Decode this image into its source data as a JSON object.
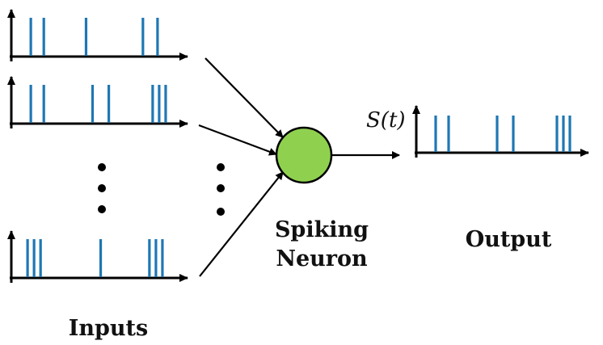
{
  "colors": {
    "spike": "#1f77b4",
    "axis": "#000000",
    "neuron_fill": "#8fd14f",
    "neuron_stroke": "#000000",
    "arrow": "#000000"
  },
  "labels": {
    "inputs": "Inputs",
    "neuron_line1": "Spiking",
    "neuron_line2": "Neuron",
    "output": "Output",
    "signal": "S(t)"
  },
  "spike_trains": {
    "input_1": [
      0.12,
      0.2,
      0.46,
      0.81,
      0.9
    ],
    "input_2": [
      0.12,
      0.2,
      0.5,
      0.6,
      0.87,
      0.91,
      0.95
    ],
    "input_n": [
      0.1,
      0.14,
      0.18,
      0.55,
      0.85,
      0.89,
      0.93
    ],
    "output": [
      0.12,
      0.2,
      0.5,
      0.6,
      0.87,
      0.91,
      0.95
    ]
  }
}
